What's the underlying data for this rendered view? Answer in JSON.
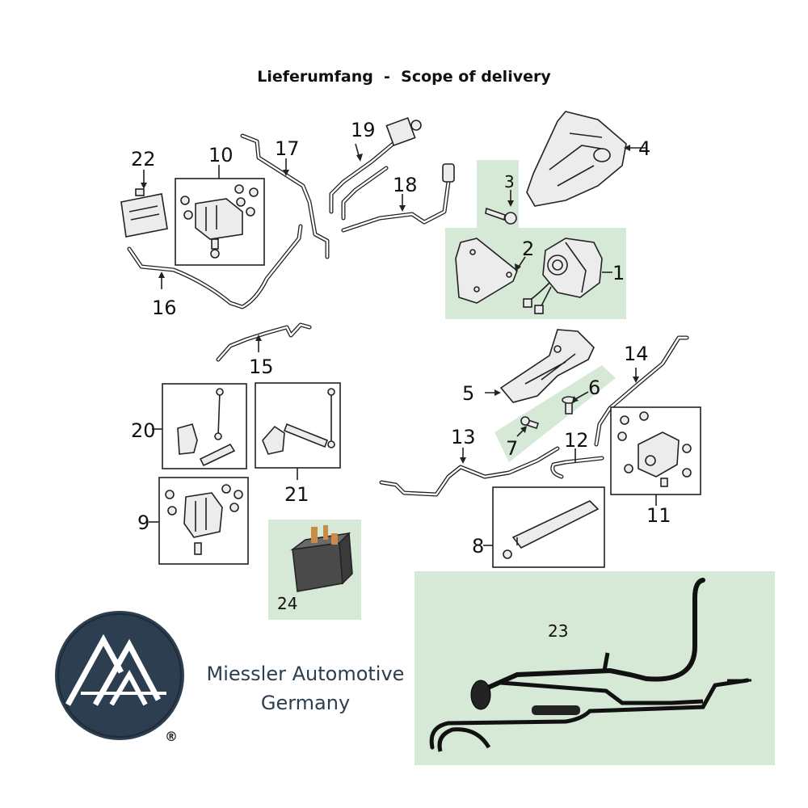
{
  "header": {
    "title": "Lieferumfang  -  Scope of delivery"
  },
  "brand": {
    "line1": "Miessler Automotive",
    "line2": "Germany",
    "registered": "®",
    "color": "#2c3e50"
  },
  "callouts": {
    "c1": "1",
    "c2": "2",
    "c3": "3",
    "c4": "4",
    "c5": "5",
    "c6": "6",
    "c7": "7",
    "c8": "8",
    "c9": "9",
    "c10": "10",
    "c11": "11",
    "c12": "12",
    "c13": "13",
    "c14": "14",
    "c15": "15",
    "c16": "16",
    "c17": "17",
    "c18": "18",
    "c19": "19",
    "c20": "20",
    "c21": "21",
    "c22": "22",
    "c23": "23",
    "c24": "24"
  },
  "colors": {
    "highlight": "#d6e8d6",
    "line": "#222222",
    "logo_bg": "#2c3e50"
  }
}
